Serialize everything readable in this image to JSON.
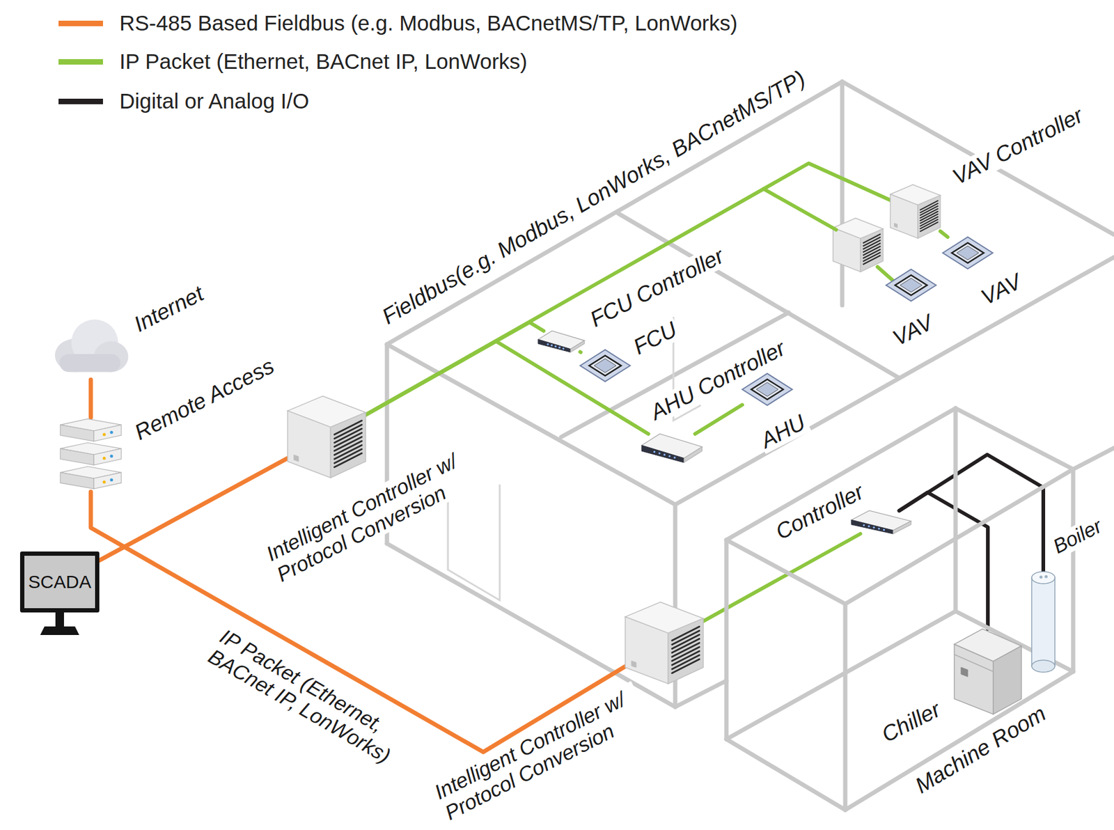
{
  "diagram": {
    "nodes": [
      {
        "text": [
          "Internet"
        ]
      },
      {
        "text": [
          "Remote Access"
        ]
      },
      {
        "text": [
          "SCADA"
        ]
      },
      {
        "text": [
          "Intelligent Controller w/ Protocol Conversion"
        ]
      },
      {
        "text": [
          "FCU Controller"
        ]
      },
      {
        "text": [
          "FCU"
        ]
      },
      {
        "text": [
          "AHU Controller"
        ]
      },
      {
        "text": [
          "AHU"
        ]
      },
      {
        "text": [
          "VAV Controller"
        ]
      },
      {
        "text": [
          "VAV"
        ]
      },
      {
        "text": [
          "VAV"
        ]
      },
      {
        "text": [
          "Intelligent Controller w/ Protocol Conversion"
        ]
      },
      {
        "text": [
          "Machine Room"
        ]
      },
      {
        "text": [
          "Controller"
        ],
        "in": 12
      },
      {
        "text": [
          "Chiller"
        ],
        "in": 12
      },
      {
        "text": [
          "Boiler"
        ],
        "in": 12
      }
    ],
    "edges": [
      {
        "from": 0,
        "to": 1,
        "arrow": "none"
      },
      {
        "from": 1,
        "to": 11,
        "label": "IP Packet (Ethernet, BACnet IP, LonWorks)",
        "arrow": "none"
      },
      {
        "from": 2,
        "to": 3,
        "arrow": "none"
      },
      {
        "from": 3,
        "to": 4,
        "arrow": "none"
      },
      {
        "from": 3,
        "to": 6,
        "arrow": "none"
      },
      {
        "from": 3,
        "to": 8,
        "arrow": "none"
      },
      {
        "from": 4,
        "to": 5,
        "arrow": "none"
      },
      {
        "from": 6,
        "to": 7,
        "arrow": "none"
      },
      {
        "from": 8,
        "to": 9,
        "arrow": "none"
      },
      {
        "from": 11,
        "to": 13,
        "arrow": "none"
      },
      {
        "from": 13,
        "to": 14,
        "arrow": "none"
      },
      {
        "from": 13,
        "to": 15,
        "arrow": "none"
      }
    ],
    "labels": [
      "Fieldbus(e.g. Modbus, LonWorks, BACnetMS/TP)"
    ],
    "legend": [
      {
        "text": "RS-485 Based Fieldbus (e.g. Modbus, BACnetMS/TP, LonWorks)",
        "color": "#f27e32"
      },
      {
        "text": "IP Packet (Ethernet, BACnet IP, LonWorks)",
        "color": "#8dc63f"
      },
      {
        "text": "Digital or Analog I/O",
        "color": "#231f20"
      }
    ]
  }
}
